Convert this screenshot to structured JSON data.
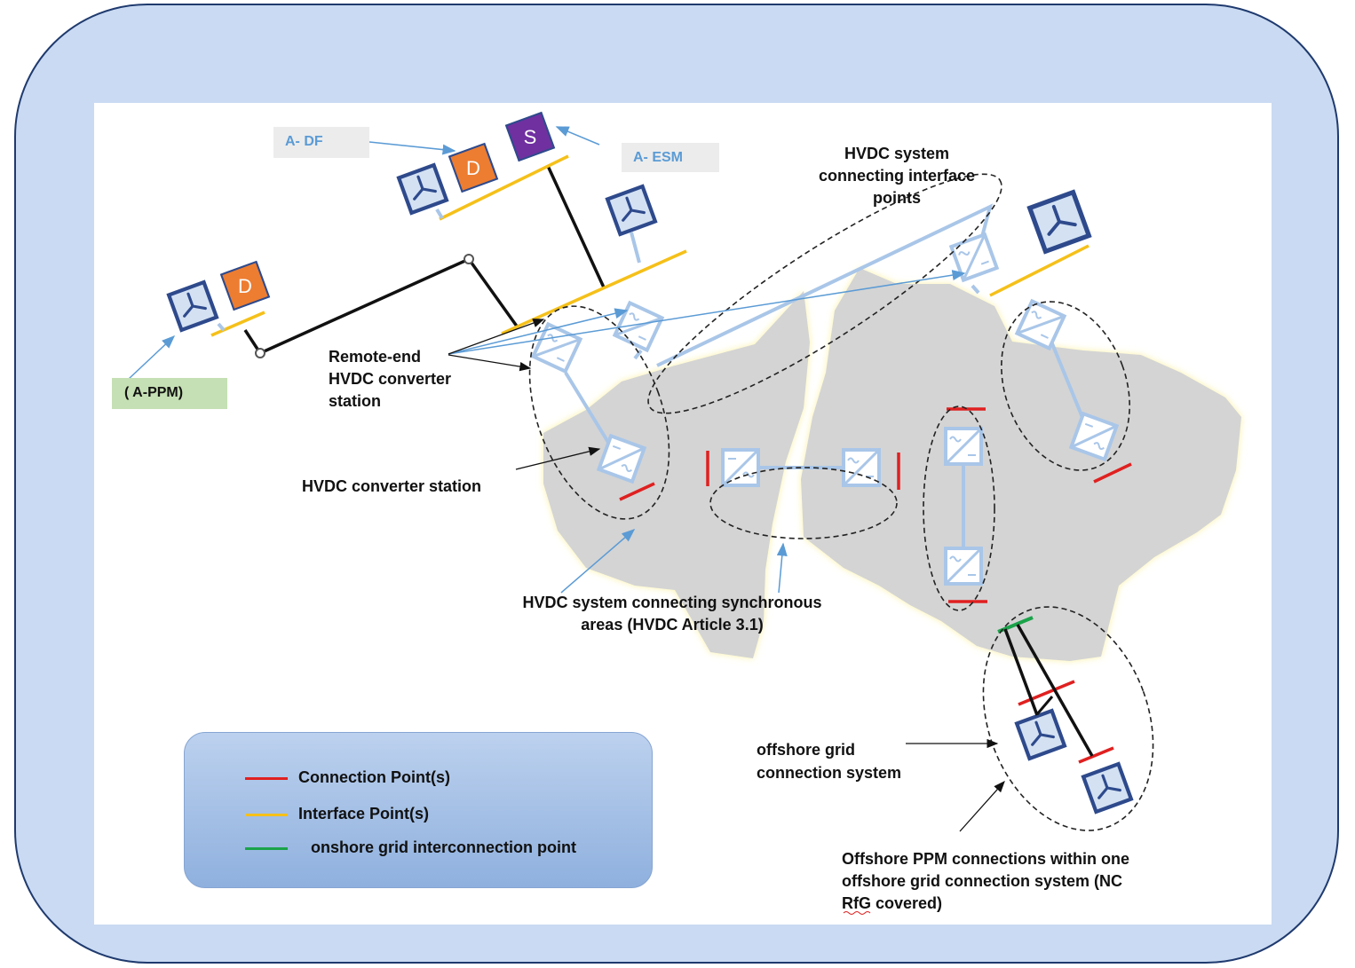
{
  "labels": {
    "a_df": "A- DF",
    "a_esm": "A- ESM",
    "a_ppm": "( A-PPM)",
    "hvdc_interface_1": "HVDC system",
    "hvdc_interface_2": "connecting interface",
    "hvdc_interface_3": "points",
    "remote_end_1": "Remote-end",
    "remote_end_2": "HVDC converter",
    "remote_end_3": "station",
    "converter_station": "HVDC converter station",
    "sync_areas_1": "HVDC system connecting synchronous",
    "sync_areas_2": "areas (HVDC Article 3.1)",
    "offshore_grid_1": "offshore grid",
    "offshore_grid_2": "connection system",
    "offshore_ppm_1": "Offshore PPM connections within one",
    "offshore_ppm_2": "offshore grid connection system (NC",
    "offshore_ppm_3": "RfG covered)"
  },
  "unit_letters": {
    "demand": "D",
    "storage": "S"
  },
  "legend": {
    "items": [
      {
        "label": "Connection Point(s)",
        "color": "#e02020"
      },
      {
        "label": "Interface Point(s)",
        "color": "#f5c019"
      },
      {
        "label": "onshore grid interconnection point",
        "color": "#1aa34a"
      }
    ]
  },
  "colors": {
    "frame": "#c9daf2",
    "land": "#d4d4d4",
    "land_glow": "#fbf3a8",
    "turbine": "#2e4a8c",
    "demand": "#ed7d31",
    "storage": "#7030a0",
    "converter": "#a9c6e8",
    "connection": "#e02020",
    "interface": "#f5c019",
    "onshore": "#1aa34a"
  },
  "icons": [
    "wind-turbine-icon",
    "demand-icon",
    "storage-icon",
    "converter-icon"
  ]
}
